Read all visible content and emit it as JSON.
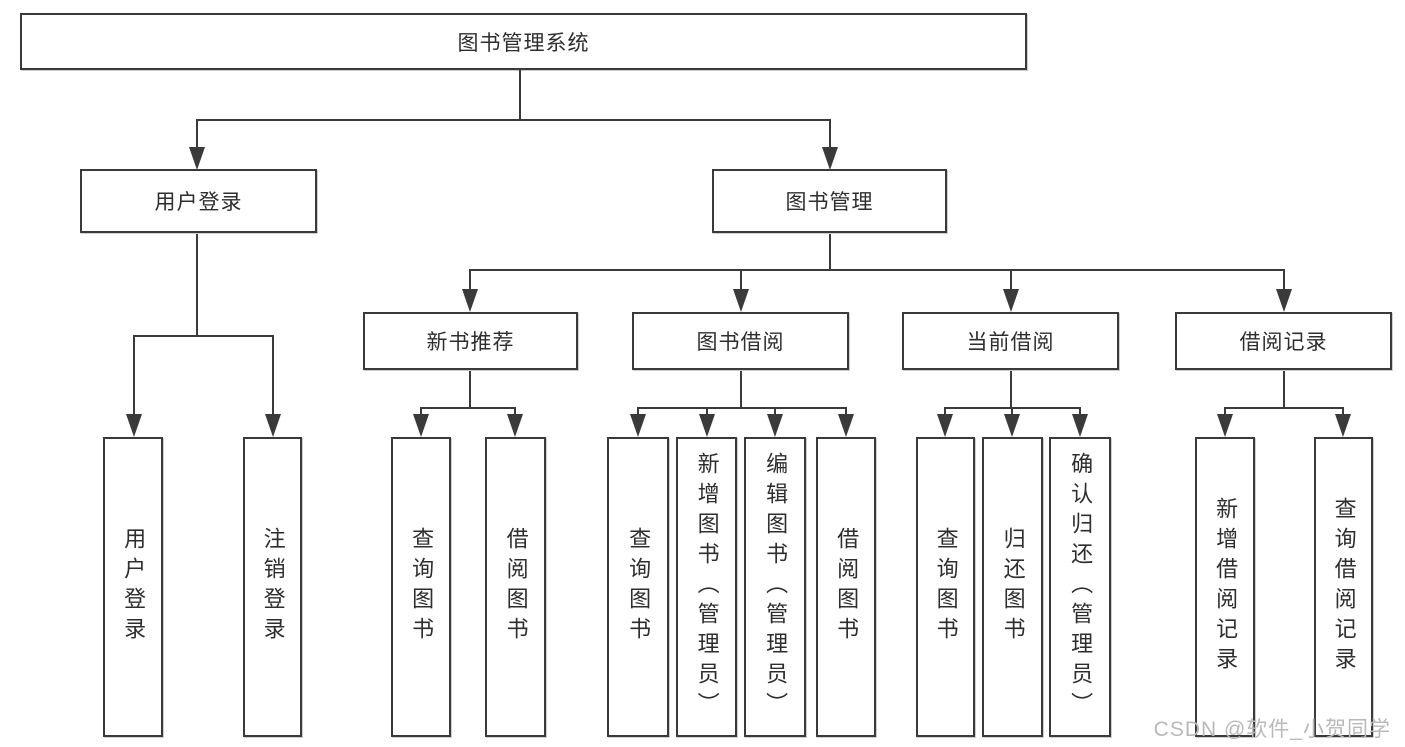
{
  "diagram_type": "hierarchy-tree",
  "colors": {
    "background": "#ffffff",
    "line": "#3a3a3a",
    "box_border": "#3a3a3a",
    "text": "#2e2e2e",
    "watermark": "#b9b9b9"
  },
  "watermark": {
    "text": "CSDN @软件_小贺同学"
  },
  "tree": {
    "root": {
      "label": "图书管理系统"
    },
    "branches": [
      {
        "label": "用户登录",
        "children": [
          {
            "label": "用户登录"
          },
          {
            "label": "注销登录"
          }
        ]
      },
      {
        "label": "图书管理",
        "children": [
          {
            "label": "新书推荐",
            "children": [
              {
                "label": "查询图书"
              },
              {
                "label": "借阅图书"
              }
            ]
          },
          {
            "label": "图书借阅",
            "children": [
              {
                "label": "查询图书"
              },
              {
                "label": "新增图书（管理员）"
              },
              {
                "label": "编辑图书（管理员）"
              },
              {
                "label": "借阅图书"
              }
            ]
          },
          {
            "label": "当前借阅",
            "children": [
              {
                "label": "查询图书"
              },
              {
                "label": "归还图书"
              },
              {
                "label": "确认归还（管理员）"
              }
            ]
          },
          {
            "label": "借阅记录",
            "children": [
              {
                "label": "新增借阅记录"
              },
              {
                "label": "查询借阅记录"
              }
            ]
          }
        ]
      }
    ]
  }
}
